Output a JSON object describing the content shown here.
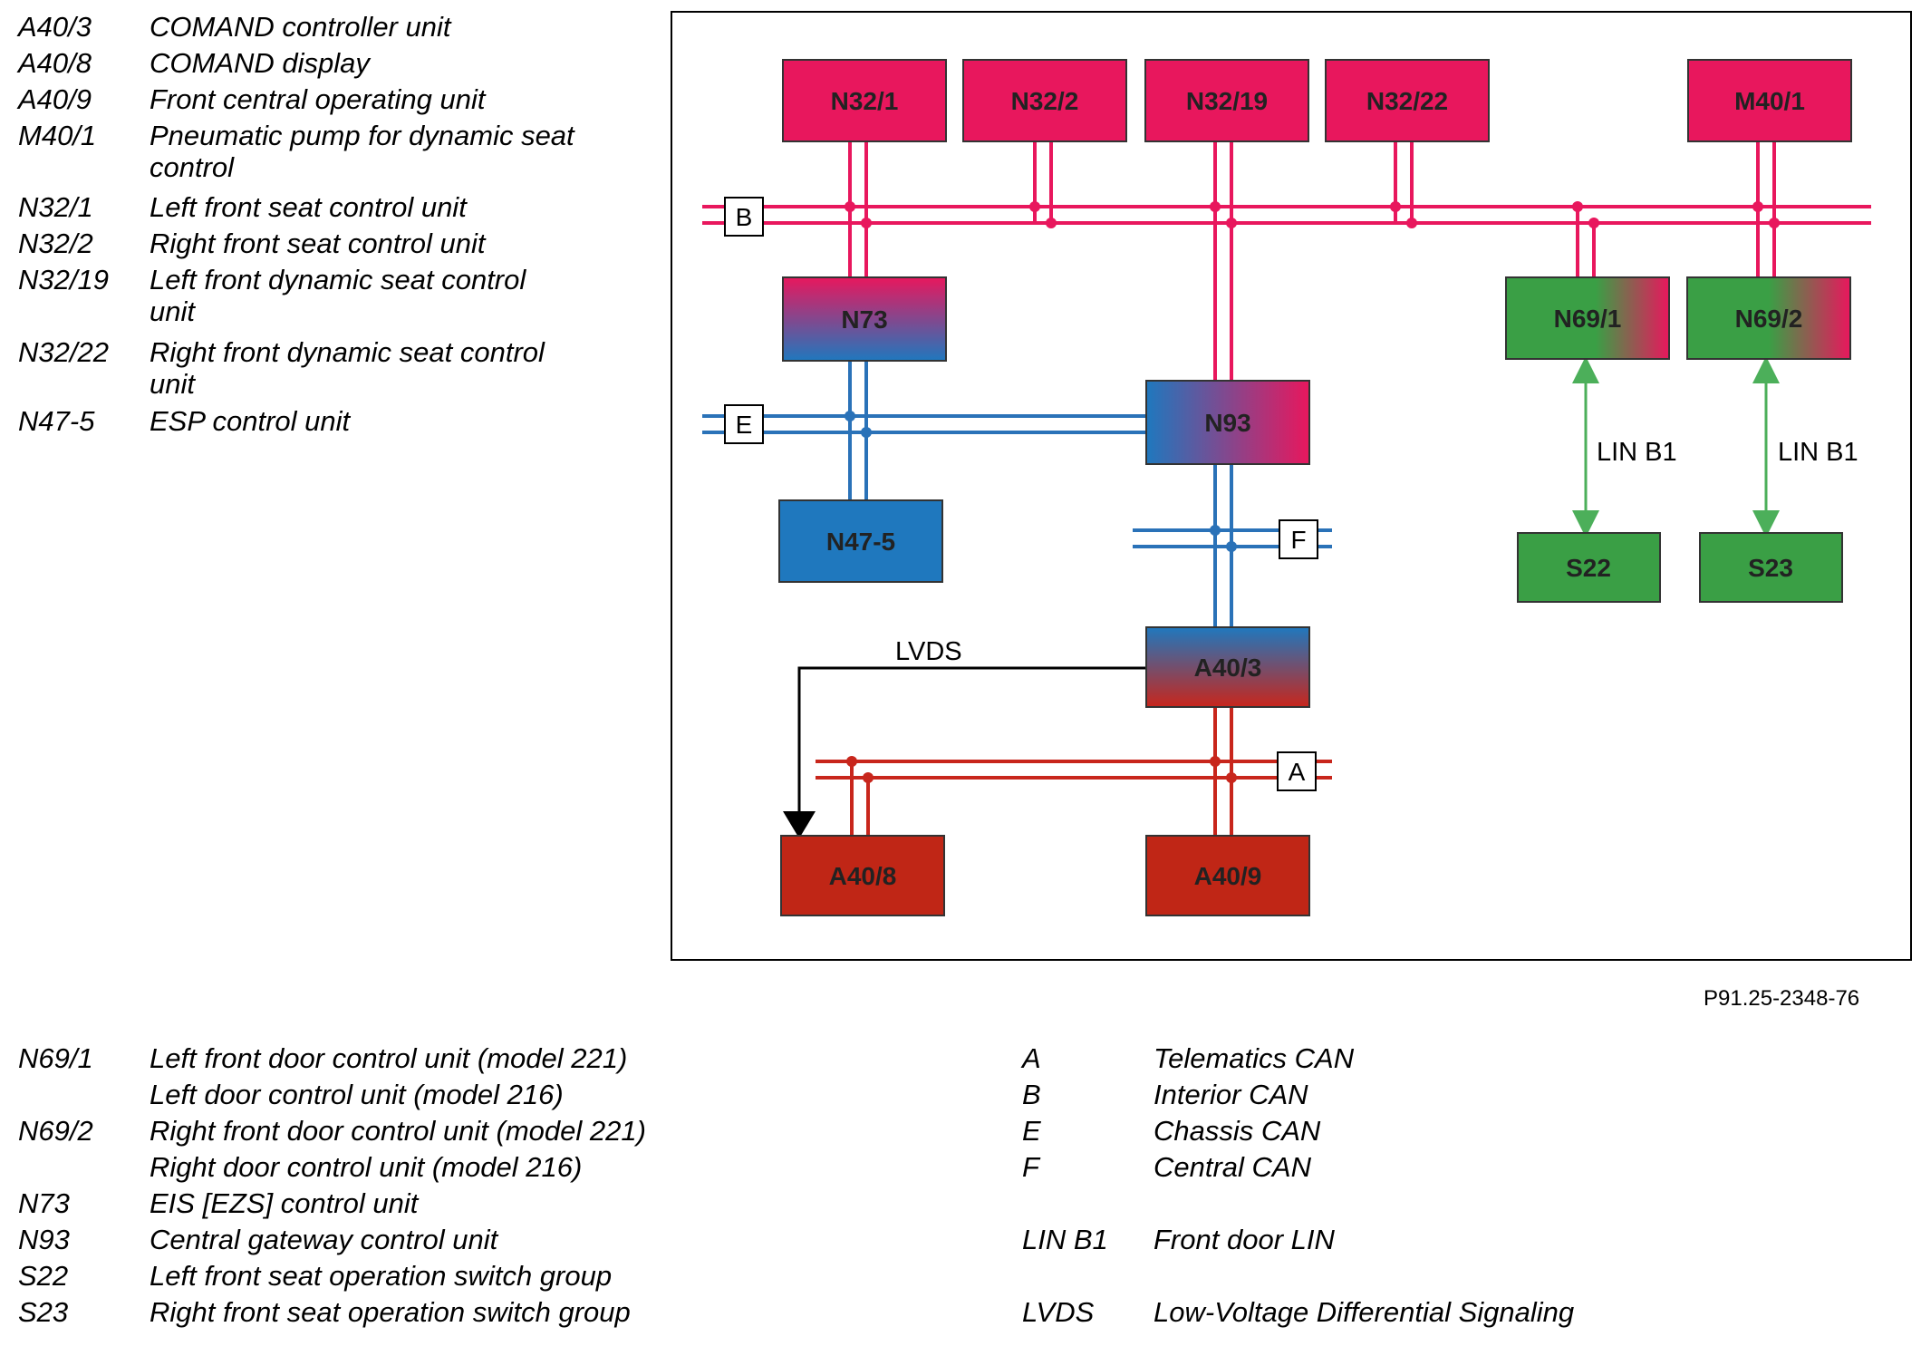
{
  "legend_top": [
    {
      "code": "A40/3",
      "desc": "COMAND controller unit"
    },
    {
      "code": "A40/8",
      "desc": "COMAND display"
    },
    {
      "code": "A40/9",
      "desc": "Front central operating unit"
    },
    {
      "code": "M40/1",
      "desc": "Pneumatic pump for dynamic seat control"
    },
    {
      "code": "N32/1",
      "desc": "Left front seat control unit"
    },
    {
      "code": "N32/2",
      "desc": "Right front seat control unit"
    },
    {
      "code": "N32/19",
      "desc": "Left front dynamic seat control unit"
    },
    {
      "code": "N32/22",
      "desc": "Right front dynamic seat control unit"
    },
    {
      "code": "N47-5",
      "desc": "ESP control unit"
    }
  ],
  "legend_bottom_left": [
    {
      "code": "N69/1",
      "desc": "Left front door control unit (model 221)"
    },
    {
      "code": "",
      "desc": "Left door control unit (model 216)"
    },
    {
      "code": "N69/2",
      "desc": "Right front door control unit (model 221)"
    },
    {
      "code": "",
      "desc": "Right door control unit (model 216)"
    },
    {
      "code": "N73",
      "desc": "EIS [EZS] control unit"
    },
    {
      "code": "N93",
      "desc": "Central gateway control unit"
    },
    {
      "code": "S22",
      "desc": "Left front seat operation switch group"
    },
    {
      "code": "S23",
      "desc": "Right front seat operation switch group"
    }
  ],
  "legend_bottom_right": [
    {
      "code": "A",
      "desc": "Telematics CAN"
    },
    {
      "code": "B",
      "desc": "Interior CAN"
    },
    {
      "code": "E",
      "desc": "Chassis CAN"
    },
    {
      "code": "F",
      "desc": "Central CAN"
    },
    {
      "code": "LIN B1",
      "desc": "Front door LIN"
    },
    {
      "code": "LVDS",
      "desc": "Low-Voltage Differential Signaling"
    }
  ],
  "diagram": {
    "nodes": {
      "n32_1": "N32/1",
      "n32_2": "N32/2",
      "n32_19": "N32/19",
      "n32_22": "N32/22",
      "m40_1": "M40/1",
      "n73": "N73",
      "n69_1": "N69/1",
      "n69_2": "N69/2",
      "n93": "N93",
      "n47_5": "N47-5",
      "s22": "S22",
      "s23": "S23",
      "a40_3": "A40/3",
      "a40_8": "A40/8",
      "a40_9": "A40/9"
    },
    "buses": {
      "b": "B",
      "e": "E",
      "f": "F",
      "a": "A"
    },
    "lin_label_1": "LIN B1",
    "lin_label_2": "LIN B1",
    "lvds_label": "LVDS",
    "colors": {
      "interior_can": "#e8175d",
      "chassis_can": "#2a72b8",
      "telematics_can": "#c8261c",
      "lin": "#4caf5a",
      "node_red": "#e8175d",
      "node_blue": "#1f78be",
      "node_green": "#3a9f45",
      "node_dark_red": "#c02616"
    }
  },
  "figure_ref": "P91.25-2348-76"
}
